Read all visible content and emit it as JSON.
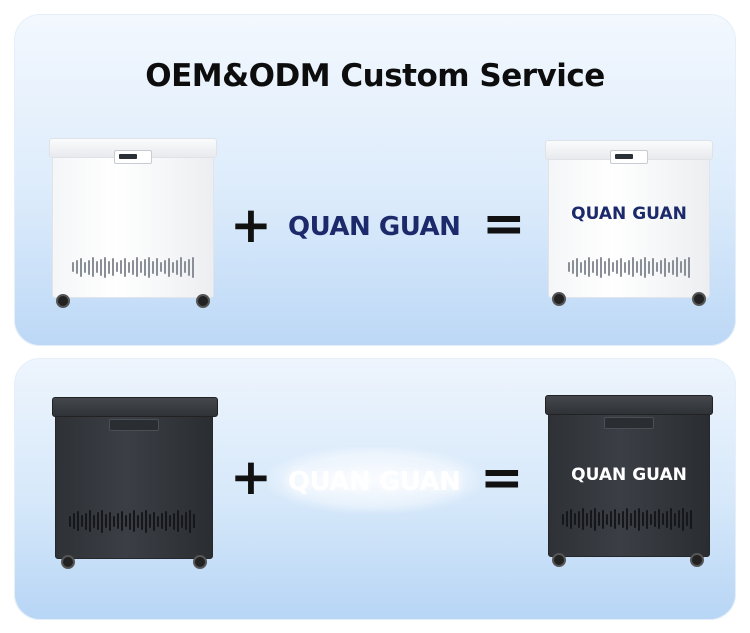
{
  "title": "OEM&ODM Custom Service",
  "rows": [
    {
      "machine_color": "white",
      "operator_plus": "+",
      "brand": "QUAN GUAN",
      "operator_equals": "=",
      "result_label": "QUAN GUAN"
    },
    {
      "machine_color": "dark",
      "operator_plus": "+",
      "brand": "QUAN GUAN",
      "operator_equals": "=",
      "result_label": "QUAN GUAN"
    }
  ],
  "colors": {
    "panel_light": "#f3f8fe",
    "panel_deep": "#bcd8f6",
    "brand_navy": "#1c2a6b",
    "dark_machine": "#33363b"
  }
}
